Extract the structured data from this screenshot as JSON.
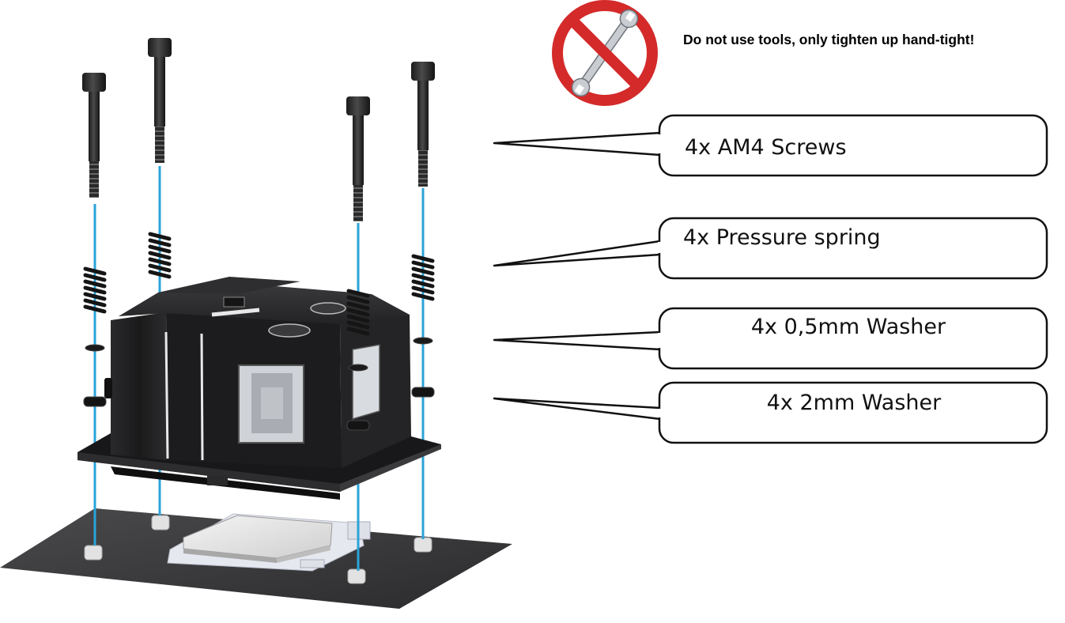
{
  "warning": {
    "text": "Do not use tools, only tighten up hand-tight!",
    "icon": "no-tools-icon",
    "sign_color": "#d42a2a"
  },
  "callouts": [
    {
      "id": "screws",
      "label": "4x AM4 Screws"
    },
    {
      "id": "springs",
      "label": "4x Pressure spring"
    },
    {
      "id": "washer-thin",
      "label": "4x 0,5mm Washer"
    },
    {
      "id": "washer-thick",
      "label": "4x 2mm Washer"
    }
  ],
  "colors": {
    "guide_line": "#2aa3d8",
    "block_body": "#1f1f21",
    "board": "#3a3a3c"
  }
}
